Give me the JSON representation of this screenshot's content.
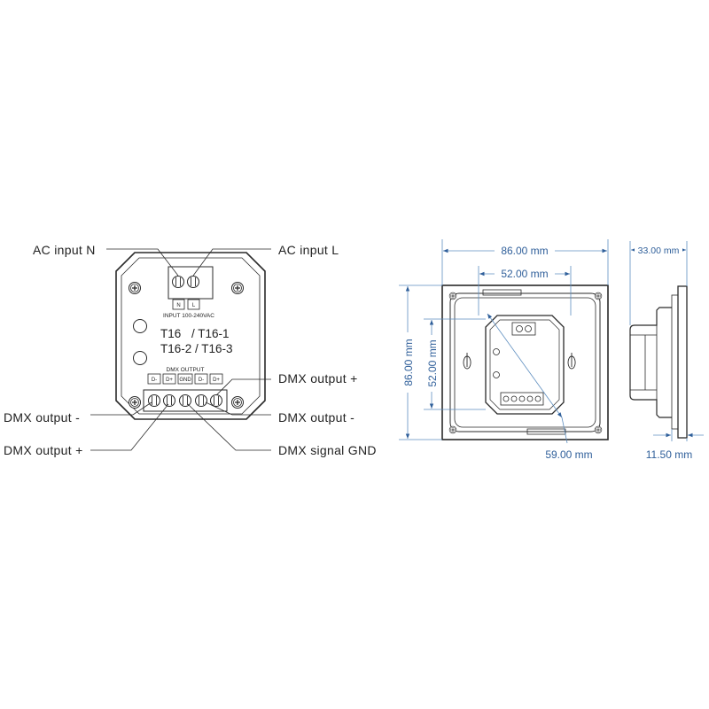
{
  "front_view": {
    "callouts": {
      "ac_input_n": "AC input N",
      "ac_input_l": "AC input  L",
      "dmx_out_plus_upper": "DMX output +",
      "dmx_out_minus_right": "DMX output -",
      "dmx_out_minus_left": "DMX output -",
      "dmx_out_plus_lower": "DMX output +",
      "dmx_signal_gnd": "DMX signal GND"
    },
    "input_terminals": [
      "N",
      "L"
    ],
    "input_rating": "INPUT  100-240VAC",
    "model_line1_a": "T16",
    "model_line1_b": "/ T16-1",
    "model_line2": "T16-2 / T16-3",
    "dmx_output_header": "DMX OUTPUT",
    "dmx_terminals": [
      "D-",
      "D+",
      "GND",
      "D-",
      "D+"
    ]
  },
  "back_view": {
    "dim_width_outer": "86.00 mm",
    "dim_width_inner": "52.00 mm",
    "dim_height_outer": "86.00 mm",
    "dim_height_inner": "52.00 mm",
    "dim_diagonal": "59.00 mm"
  },
  "side_view": {
    "dim_depth": "33.00 mm",
    "dim_plate": "11.50 mm"
  },
  "colors": {
    "line": "#2a2a2a",
    "dimension": "#2f5f9a"
  }
}
